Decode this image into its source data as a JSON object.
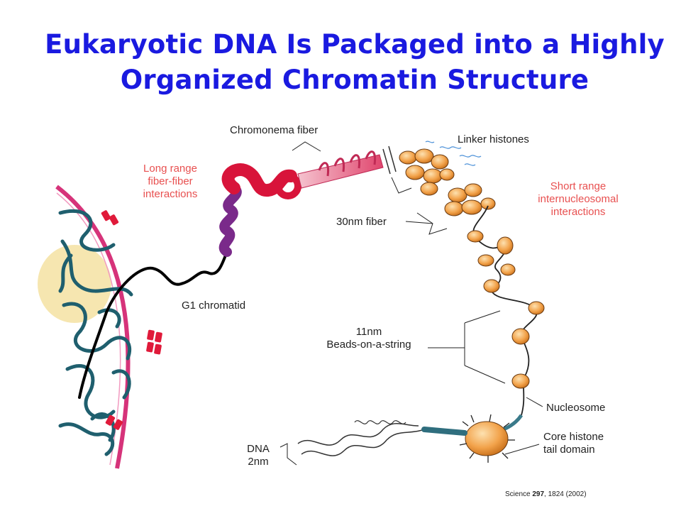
{
  "title": {
    "line1": "Eukaryotic DNA Is Packaged into a Highly",
    "line2": "Organized Chromatin Structure"
  },
  "labels": {
    "chromonema_fiber": "Chromonema fiber",
    "linker_histones": "Linker histones",
    "long_range_1": "Long range",
    "long_range_2": "fiber-fiber",
    "long_range_3": "interactions",
    "short_range_1": "Short range",
    "short_range_2": "internucleosomal",
    "short_range_3": "interactions",
    "fiber_30nm": "30nm fiber",
    "g1_chromatid": "G1 chromatid",
    "nm11": "11nm",
    "beads_on_string": "Beads-on-a-string",
    "nucleosome": "Nucleosome",
    "core_histone_1": "Core histone",
    "core_histone_2": "tail domain",
    "dna": "DNA",
    "dna_2nm": "2nm"
  },
  "citation": {
    "journal": "Science",
    "volume": "297",
    "pages_year": ", 1824 (2002)"
  },
  "colors": {
    "title": "#1a1ae0",
    "red_label": "#e85050",
    "nuclear_envelope": "#d6337a",
    "chromatin": "#1f5f6e",
    "nucleolus": "#f6e6b0",
    "nucleosome": "#f2a24a",
    "fiber_red": "#d8143a"
  }
}
